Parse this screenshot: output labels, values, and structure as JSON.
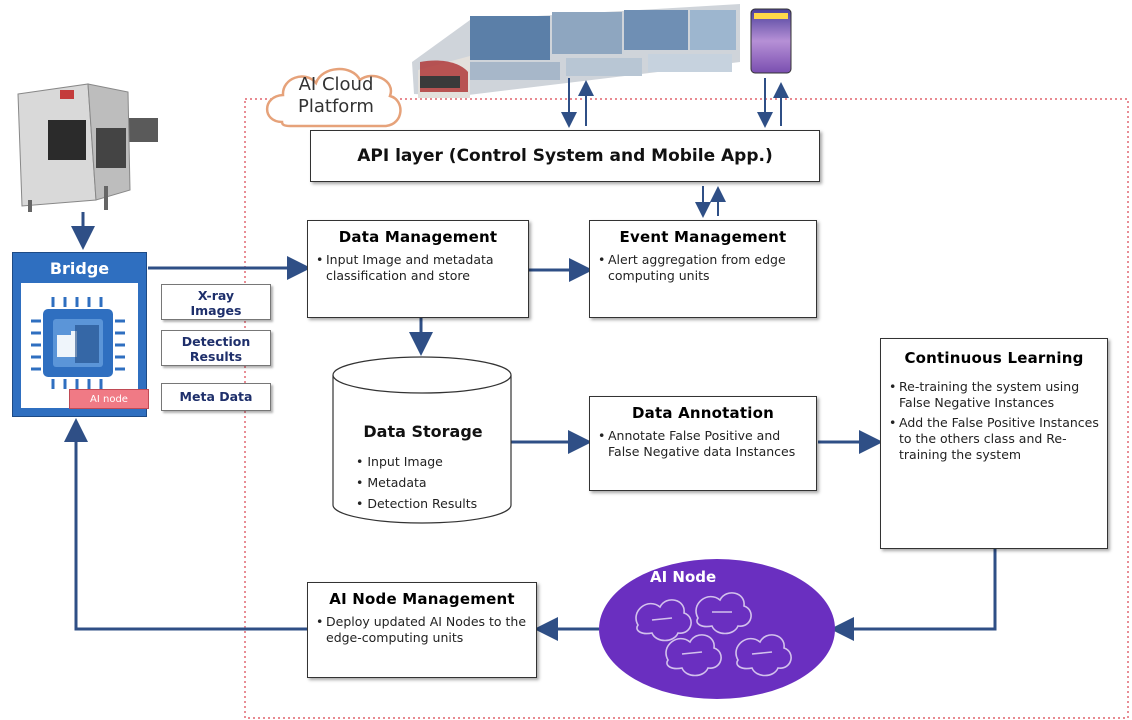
{
  "cloud_label": {
    "line1": "AI Cloud",
    "line2": "Platform"
  },
  "api_layer": {
    "title": "API layer (Control System and Mobile App.)"
  },
  "bridge": {
    "title": "Bridge",
    "badge": "AI node"
  },
  "data_tags": [
    {
      "line1": "X-ray",
      "line2": "Images"
    },
    {
      "line1": "Detection",
      "line2": "Results"
    },
    {
      "line1": "Meta Data",
      "line2": ""
    }
  ],
  "data_management": {
    "title": "Data Management",
    "items": [
      "Input Image and metadata classification and store"
    ]
  },
  "event_management": {
    "title": "Event Management",
    "items": [
      "Alert aggregation from edge computing units"
    ]
  },
  "data_storage": {
    "title": "Data Storage",
    "items": [
      "Input Image",
      "Metadata",
      "Detection Results"
    ]
  },
  "data_annotation": {
    "title": "Data Annotation",
    "items": [
      "Annotate False Positive and False Negative data Instances"
    ]
  },
  "continuous_learning": {
    "title": "Continuous Learning",
    "items": [
      "Re-training the system using False Negative Instances",
      "Add the False Positive Instances to the others class and Re-training the system"
    ]
  },
  "ai_node": {
    "title": "AI Node"
  },
  "ai_node_management": {
    "title": "AI Node Management",
    "items": [
      "Deploy updated AI Nodes to the edge-computing units"
    ]
  },
  "icons": [
    "xray-scanner-icon",
    "control-room-monitors-icon",
    "smartphone-icon",
    "chip-icon",
    "brain-network-icon"
  ],
  "colors": {
    "arrow": "#2f4f86",
    "bridge": "#2f6fc0",
    "ai_node": "#6a2fc0",
    "cloud_outline": "#e6a27a",
    "platform_border": "#d9434f"
  }
}
